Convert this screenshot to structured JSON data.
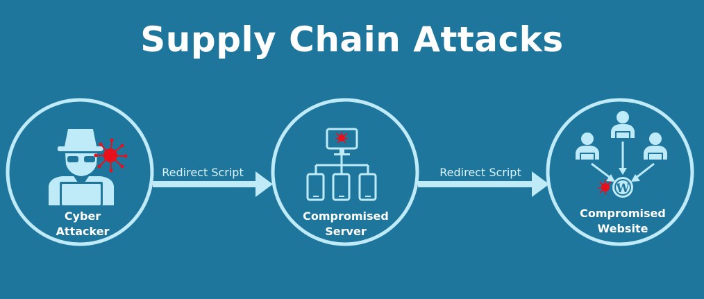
{
  "title": "Supply Chain Attacks",
  "colors": {
    "background": "#1f769c",
    "line": "#bfeaf8",
    "alert": "#e8101b",
    "text": "#ffffff"
  },
  "nodes": [
    {
      "id": "attacker",
      "label_line1": "Cyber",
      "label_line2": "Attacker",
      "icon": "hacker-icon"
    },
    {
      "id": "server",
      "label_line1": "Compromised",
      "label_line2": "Server",
      "icon": "network-server-icon"
    },
    {
      "id": "website",
      "label_line1": "Compromised",
      "label_line2": "Website",
      "icon": "wordpress-icon"
    }
  ],
  "edges": [
    {
      "from": "attacker",
      "to": "server",
      "label": "Redirect Script"
    },
    {
      "from": "server",
      "to": "website",
      "label": "Redirect Script"
    }
  ]
}
